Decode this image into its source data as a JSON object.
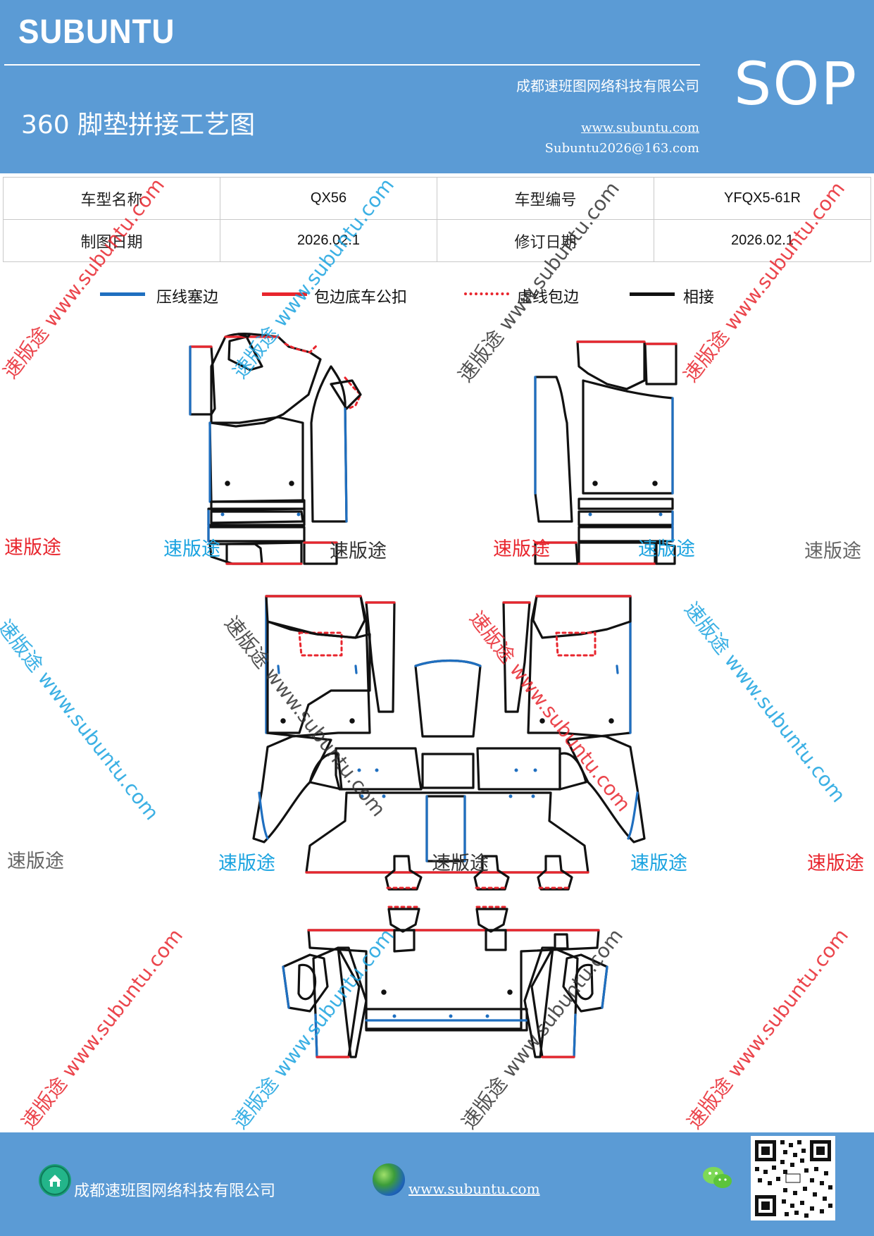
{
  "header": {
    "brand": "SUBUNTU",
    "title": "360 脚垫拼接工艺图",
    "company": "成都速班图网络科技有限公司",
    "website": "www.subuntu.com",
    "email": "Subuntu2026@163.com",
    "badge": "SOP"
  },
  "info_table": {
    "model_name_label": "车型名称",
    "model_name_value": "QX56",
    "model_code_label": "车型编号",
    "model_code_value": "YFQX5-61R",
    "draw_date_label": "制图日期",
    "draw_date_value": "2026.02.1",
    "revision_date_label": "修订日期",
    "revision_date_value": "2026.02.1"
  },
  "legend": [
    {
      "label": "压线塞边",
      "color": "#1f6fc0",
      "style": "solid"
    },
    {
      "label": "包边底车公扣",
      "color": "#e8252d",
      "style": "solid"
    },
    {
      "label": "虚线包边",
      "color": "#e8252d",
      "style": "dotted"
    },
    {
      "label": "相接",
      "color": "#111111",
      "style": "solid"
    }
  ],
  "watermarks": {
    "short": "速版途",
    "diagonal": "速版途 www.subuntu.com",
    "colors": {
      "red": "#e8252d",
      "blue": "#1aa3e0",
      "gray": "#666666",
      "dark": "#333333"
    }
  },
  "footer": {
    "company": "成都速班图网络科技有限公司",
    "website": "www.subuntu.com",
    "icons": [
      "home-icon",
      "globe-icon",
      "wechat-icon",
      "qr-code"
    ]
  },
  "colors": {
    "header_bg": "#5b9bd5",
    "blue_edge": "#1f6fc0",
    "red_edge": "#e8252d",
    "black_edge": "#111111"
  }
}
